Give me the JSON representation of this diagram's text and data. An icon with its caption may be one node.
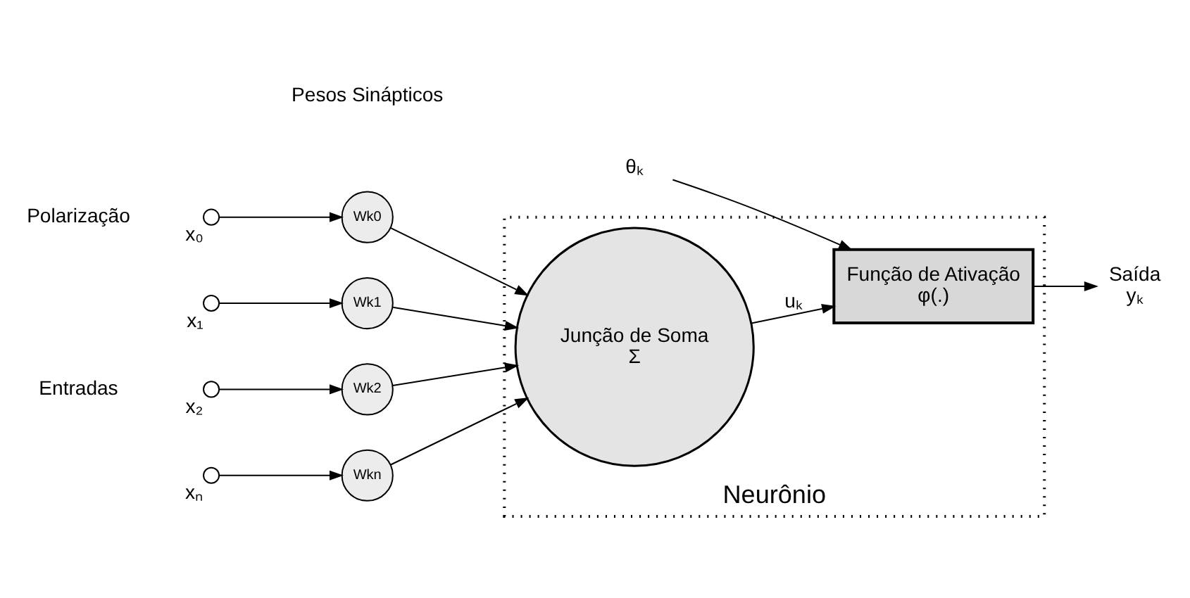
{
  "diagram": {
    "nodes": [
      {
        "text": [
          "Neurônio"
        ]
      },
      {
        "text": [],
        "shape": "circle",
        "beside": [
          "x₀"
        ]
      },
      {
        "text": [],
        "shape": "circle",
        "beside": [
          "x₁"
        ]
      },
      {
        "text": [],
        "shape": "circle",
        "beside": [
          "x₂"
        ]
      },
      {
        "text": [],
        "shape": "circle",
        "beside": [
          "xₙ"
        ]
      },
      {
        "text": [
          "Wk0"
        ]
      },
      {
        "text": [
          "Wk1"
        ]
      },
      {
        "text": [
          "Wk2"
        ]
      },
      {
        "text": [
          "Wkn"
        ]
      },
      {
        "text": [
          "Junção de Soma",
          "Σ"
        ],
        "in": 0
      },
      {
        "text": [
          "Função de Ativação",
          "φ(.)"
        ],
        "in": 0
      },
      {
        "text": [
          "θₖ"
        ]
      },
      {
        "text": [
          "Saída",
          "yₖ"
        ]
      }
    ],
    "edges": [
      {
        "from": 1,
        "to": 5,
        "arrow": "to"
      },
      {
        "from": 2,
        "to": 6,
        "arrow": "to"
      },
      {
        "from": 3,
        "to": 7,
        "arrow": "to"
      },
      {
        "from": 4,
        "to": 8,
        "arrow": "to"
      },
      {
        "from": 5,
        "to": 9,
        "arrow": "to"
      },
      {
        "from": 6,
        "to": 9,
        "arrow": "to"
      },
      {
        "from": 7,
        "to": 9,
        "arrow": "to"
      },
      {
        "from": 8,
        "to": 9,
        "arrow": "to"
      },
      {
        "from": 9,
        "to": 10,
        "arrow": "to",
        "label": "uₖ"
      },
      {
        "from": 11,
        "to": 10,
        "arrow": "to"
      },
      {
        "from": 10,
        "to": 12,
        "arrow": "to"
      }
    ],
    "labels": [
      "Pesos Sinápticos",
      "Polarização",
      "Entradas"
    ]
  }
}
